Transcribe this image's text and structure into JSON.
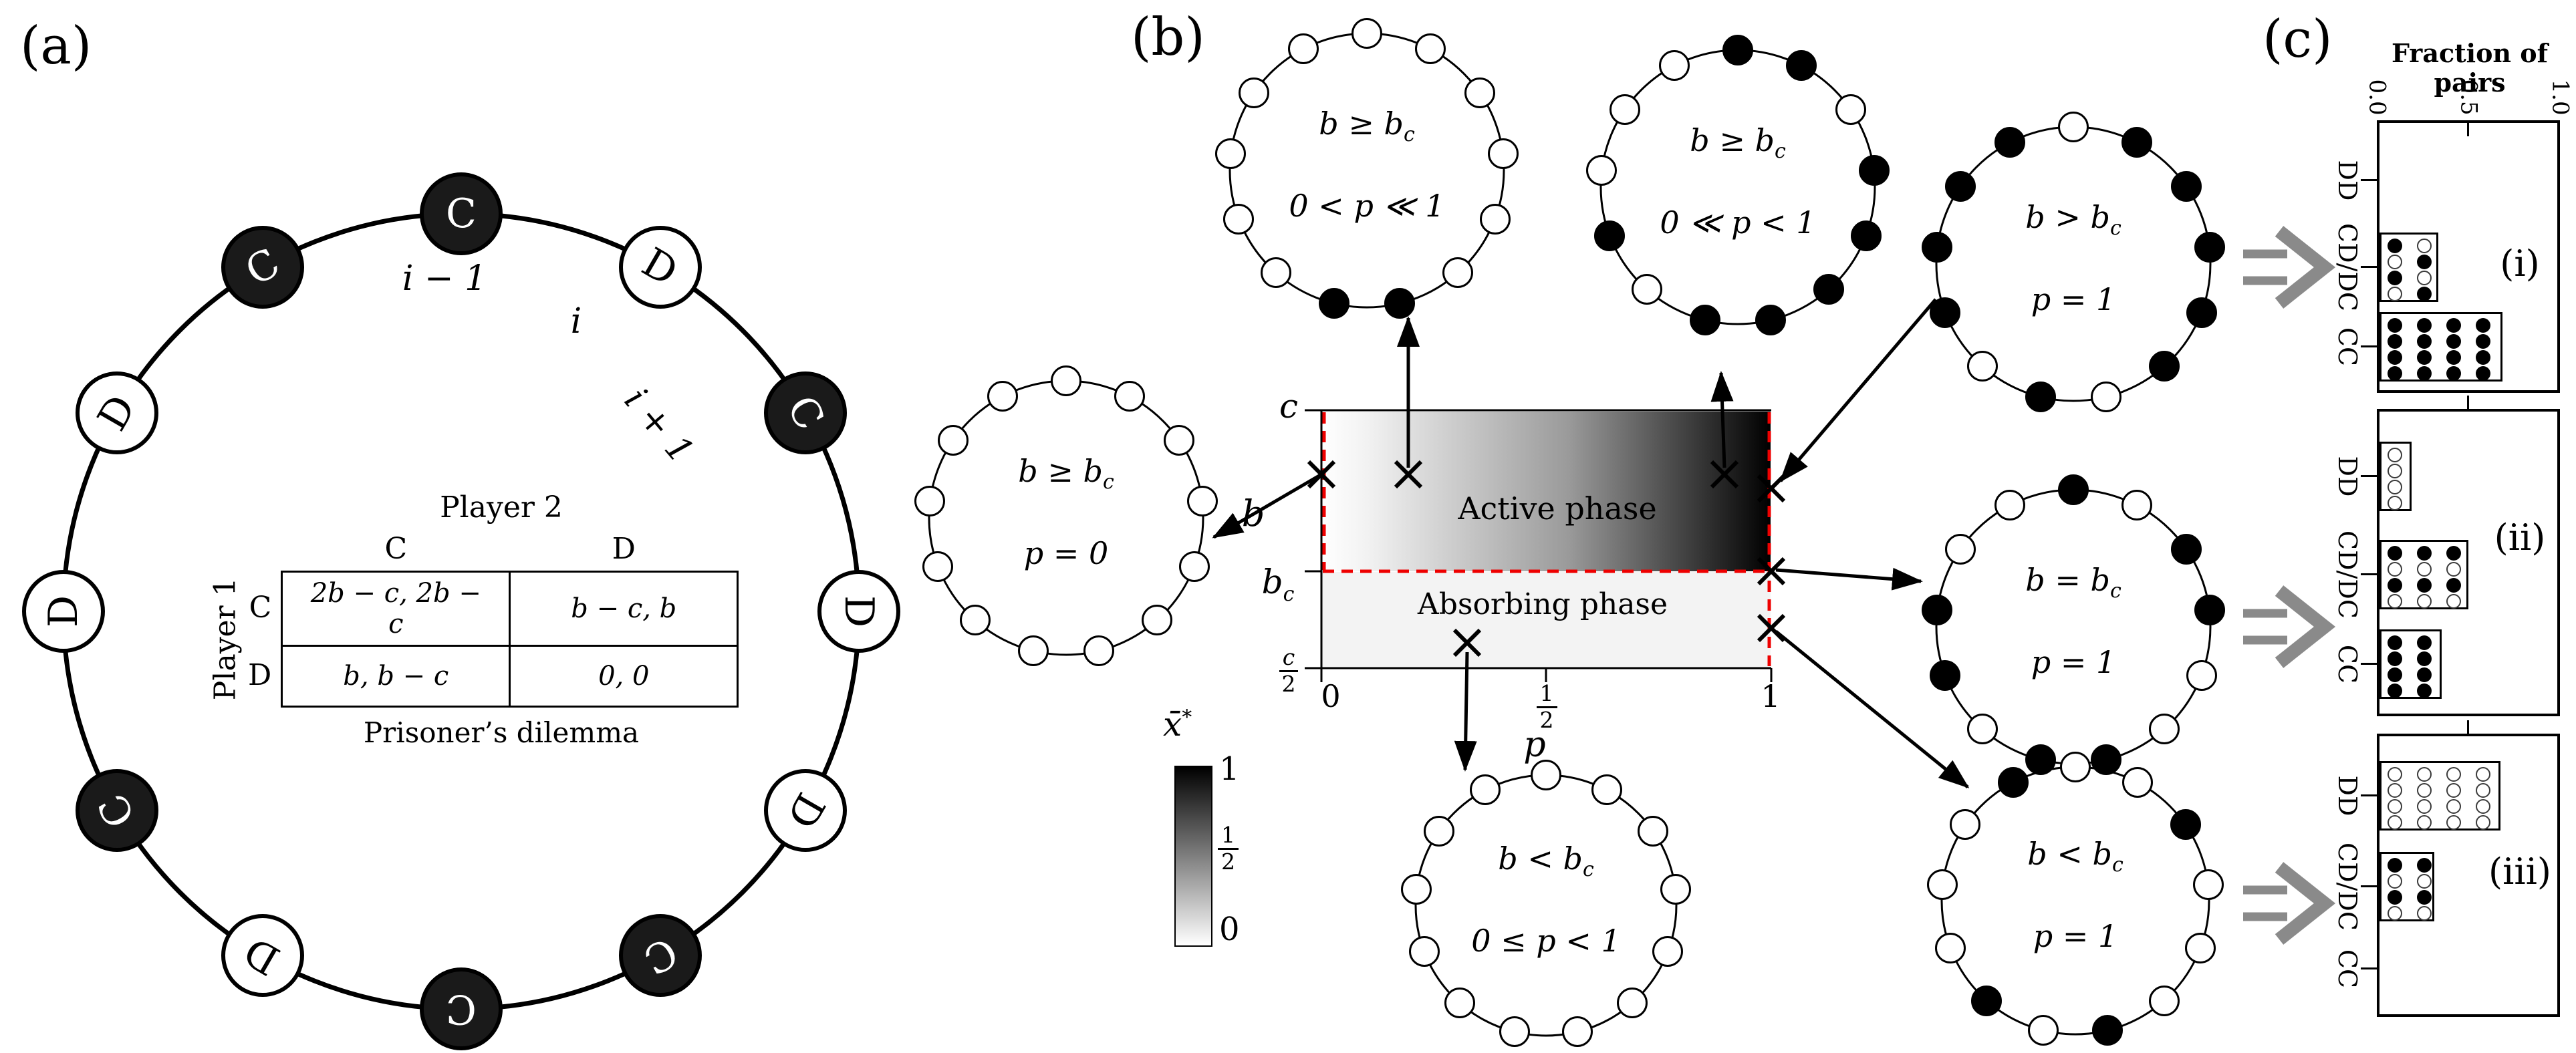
{
  "panel_a": {
    "label": "(a)",
    "ring_nodes": [
      "C",
      "D",
      "C",
      "D",
      "D",
      "C",
      "C",
      "D",
      "C",
      "D",
      "D",
      "C"
    ],
    "index_labels": {
      "prev": "i − 1",
      "curr": "i",
      "next": "i + 1"
    },
    "payoff_table": {
      "player2": "Player 2",
      "player1": "Player 1",
      "col_headers": [
        "C",
        "D"
      ],
      "row_headers": [
        "C",
        "D"
      ],
      "cells": [
        [
          "2b − c, 2b − c",
          "b − c, b"
        ],
        [
          "b, b − c",
          "0, 0"
        ]
      ],
      "caption": "Prisoner’s dilemma"
    }
  },
  "panel_b": {
    "label": "(b)",
    "phase_diagram": {
      "active_label": "Active phase",
      "absorbing_label": "Absorbing phase",
      "y_label": "b",
      "x_label": "p",
      "y_tick_top": "c",
      "y_tick_mid": {
        "base": "b",
        "sub": "c"
      },
      "y_tick_bottom": {
        "num": "c",
        "den": "2"
      },
      "x_tick_left": "0",
      "x_tick_mid": {
        "num": "1",
        "den": "2"
      },
      "x_tick_right": "1"
    },
    "colorbar": {
      "label_base": "x̄",
      "label_sup": "*",
      "tick_top": "1",
      "tick_mid": {
        "num": "1",
        "den": "2"
      },
      "tick_bottom": "0"
    },
    "rings": [
      {
        "id": "ring_p0",
        "condition": {
          "base": "b ≥ b",
          "sub": "c"
        },
        "p_label": "p = 0",
        "nodes": [
          "D",
          "D",
          "D",
          "D",
          "D",
          "D",
          "D",
          "D",
          "D",
          "D",
          "D",
          "D",
          "D"
        ]
      },
      {
        "id": "ring_p_small",
        "condition": {
          "base": "b ≥ b",
          "sub": "c"
        },
        "p_label": "0 < p ≪ 1",
        "nodes": [
          "D",
          "D",
          "D",
          "D",
          "D",
          "D",
          "C",
          "C",
          "D",
          "D",
          "D",
          "D",
          "D"
        ]
      },
      {
        "id": "ring_p_large",
        "condition": {
          "base": "b ≥ b",
          "sub": "c"
        },
        "p_label": "0 ≪ p < 1",
        "nodes": [
          "C",
          "C",
          "D",
          "C",
          "C",
          "C",
          "C",
          "C",
          "D",
          "C",
          "D",
          "D",
          "D"
        ]
      },
      {
        "id": "ring_b_gt",
        "condition": {
          "base": "b > b",
          "sub": "c"
        },
        "p_label": "p = 1",
        "nodes": [
          "D",
          "C",
          "C",
          "C",
          "C",
          "C",
          "D",
          "C",
          "D",
          "C",
          "C",
          "C",
          "C"
        ]
      },
      {
        "id": "ring_b_eq",
        "condition": {
          "base": "b = b",
          "sub": "c"
        },
        "p_label": "p = 1",
        "nodes": [
          "C",
          "D",
          "C",
          "C",
          "D",
          "D",
          "C",
          "C",
          "D",
          "C",
          "C",
          "D",
          "D"
        ]
      },
      {
        "id": "ring_b_lt_p1",
        "condition": {
          "base": "b < b",
          "sub": "c"
        },
        "p_label": "p = 1",
        "nodes": [
          "D",
          "D",
          "C",
          "D",
          "D",
          "D",
          "C",
          "D",
          "C",
          "D",
          "D",
          "D",
          "C"
        ]
      },
      {
        "id": "ring_b_lt",
        "condition": {
          "base": "b < b",
          "sub": "c"
        },
        "p_label": "0 ≤ p < 1",
        "nodes": [
          "D",
          "D",
          "D",
          "D",
          "D",
          "D",
          "D",
          "D",
          "D",
          "D",
          "D",
          "D",
          "D"
        ]
      }
    ]
  },
  "panel_c": {
    "label": "(c)",
    "title": "Fraction of pairs",
    "axis_ticks": [
      "0.0",
      "0.5",
      "1.0"
    ],
    "categories": [
      "DD",
      "CD/DC",
      "CC"
    ],
    "subpanels": [
      {
        "label": "(i)",
        "bars": [
          {
            "category": "DD",
            "width_frac": 0,
            "dots": null
          },
          {
            "category": "CD/DC",
            "width_frac": 0.33,
            "dots": [
              [
                1,
                0
              ],
              [
                0,
                1
              ],
              [
                1,
                0
              ],
              [
                0,
                1
              ]
            ]
          },
          {
            "category": "CC",
            "width_frac": 0.69,
            "dots": [
              [
                1,
                1,
                1,
                1
              ],
              [
                1,
                1,
                1,
                1
              ],
              [
                1,
                1,
                1,
                1
              ],
              [
                1,
                1,
                1,
                1
              ]
            ]
          }
        ]
      },
      {
        "label": "(ii)",
        "bars": [
          {
            "category": "DD",
            "width_frac": 0.18,
            "dots": [
              [
                0
              ],
              [
                0
              ],
              [
                0
              ],
              [
                0
              ]
            ]
          },
          {
            "category": "CD/DC",
            "width_frac": 0.5,
            "dots": [
              [
                1,
                1,
                1
              ],
              [
                0,
                0,
                0
              ],
              [
                1,
                1,
                1
              ],
              [
                0,
                0,
                0
              ]
            ]
          },
          {
            "category": "CC",
            "width_frac": 0.35,
            "dots": [
              [
                1,
                1
              ],
              [
                1,
                1
              ],
              [
                1,
                1
              ],
              [
                1,
                1
              ]
            ]
          }
        ]
      },
      {
        "label": "(iii)",
        "bars": [
          {
            "category": "DD",
            "width_frac": 0.68,
            "dots": [
              [
                0,
                0,
                0,
                0
              ],
              [
                0,
                0,
                0,
                0
              ],
              [
                0,
                0,
                0,
                0
              ],
              [
                0,
                0,
                0,
                0
              ]
            ]
          },
          {
            "category": "CD/DC",
            "width_frac": 0.31,
            "dots": [
              [
                1,
                1
              ],
              [
                0,
                0
              ],
              [
                1,
                1
              ],
              [
                0,
                0
              ]
            ]
          },
          {
            "category": "CC",
            "width_frac": 0,
            "dots": null
          }
        ]
      }
    ]
  }
}
